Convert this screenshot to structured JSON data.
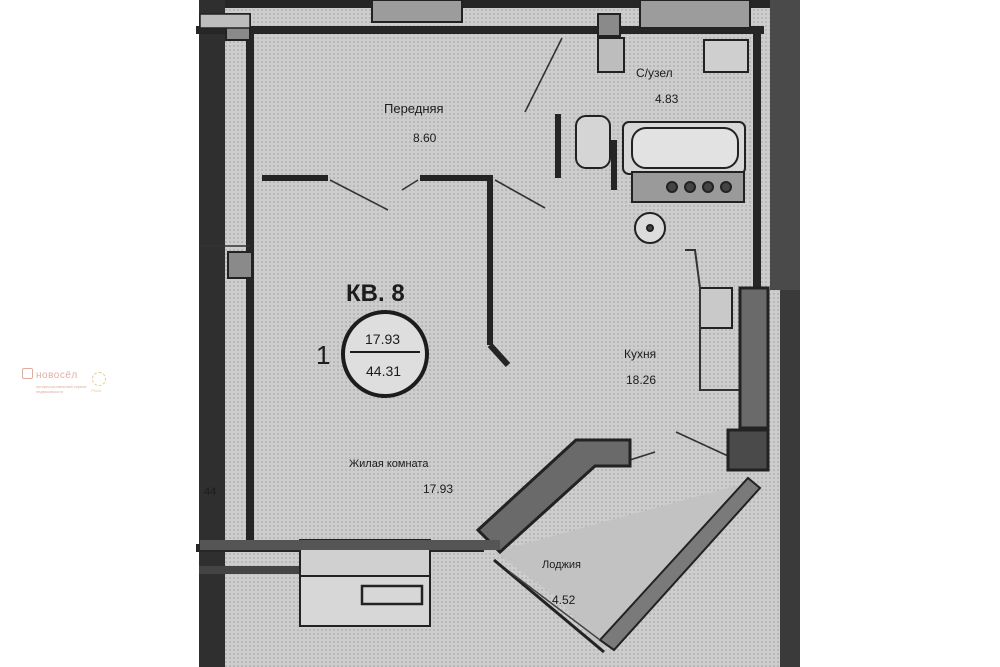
{
  "apartment": {
    "number_label": "КВ. 8",
    "rooms": "1",
    "living_area": "17.93",
    "total_area": "44.31"
  },
  "rooms": {
    "hallway": {
      "name": "Передняя",
      "area": "8.60"
    },
    "bathroom": {
      "name": "С/узел",
      "area": "4.83"
    },
    "kitchen": {
      "name": "Кухня",
      "area": "18.26"
    },
    "living": {
      "name": "Жилая комната",
      "area": "17.93"
    },
    "loggia": {
      "name": "Лоджия",
      "area": "4.52"
    },
    "neighbor_fragment": {
      "area": "44"
    }
  },
  "watermark": {
    "brand": "новосёл",
    "tagline": "профессиональный сервис недвижимости",
    "partner": "РКАА"
  },
  "colors": {
    "paper": "#cfcfcf",
    "wall": "#2a2a2a",
    "wall_fill": "#5c5c5c",
    "dark_area": "#262626",
    "loggia": "#c6c6c6"
  }
}
